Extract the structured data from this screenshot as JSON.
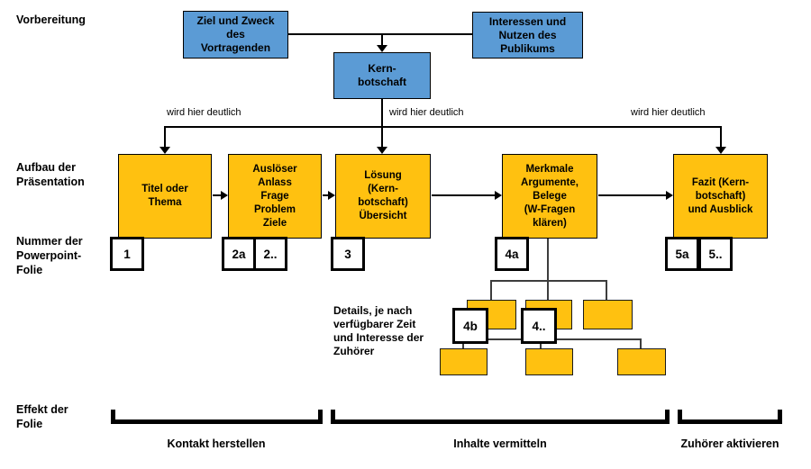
{
  "colors": {
    "box_blue": "#5B9BD5",
    "box_yellow": "#FFC110",
    "line_black": "#000000"
  },
  "row_labels": {
    "vorbereitung": "Vorbereitung",
    "aufbau": "Aufbau der\nPräsentation",
    "nummer": "Nummer der\nPowerpoint-\nFolie",
    "effekt": "Effekt der\nFolie"
  },
  "prep_boxes": {
    "ziel": "Ziel und Zweck\ndes\nVortragenden",
    "interessen": "Interessen und\nNutzen des\nPublikums",
    "kern": "Kern-\nbotschaft"
  },
  "wird_label": "wird hier deutlich",
  "main_boxes": [
    {
      "label": "Titel oder\nThema"
    },
    {
      "label": "Auslöser\nAnlass\nFrage\nProblem\nZiele"
    },
    {
      "label": "Lösung\n(Kern-\nbotschaft)\nÜbersicht"
    },
    {
      "label": "Merkmale\nArgumente,\nBelege\n(W-Fragen\nklären)"
    },
    {
      "label": "Fazit (Kern-\nbotschaft)\nund Ausblick"
    }
  ],
  "slide_numbers": {
    "n1": "1",
    "n2a": "2a",
    "n2x": "2..",
    "n3": "3",
    "n4a": "4a",
    "n4b": "4b",
    "n4x": "4..",
    "n5a": "5a",
    "n5x": "5.."
  },
  "details_note": "Details, je nach\nverfügbarer Zeit\nund Interesse der\nZuhörer",
  "effects": [
    {
      "label": "Kontakt herstellen"
    },
    {
      "label": "Inhalte vermitteln"
    },
    {
      "label": "Zuhörer aktivieren"
    }
  ]
}
